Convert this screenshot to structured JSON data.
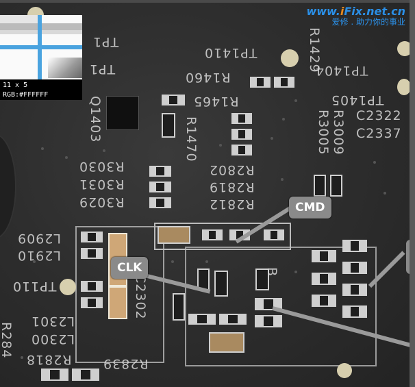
{
  "watermark": {
    "url_pre": "www.",
    "url_i": "i",
    "url_post": "Fix.net.cn",
    "tagline": "爱修 . 助力你的事业"
  },
  "zoom": {
    "size": "11 x 5",
    "rgb": "RGB:#FFFFFF"
  },
  "callouts": {
    "cmd": "CMD",
    "clk": "CLK"
  },
  "silkscreen": {
    "tp1410": "TP1410",
    "r1460": "R1460",
    "r1465": "R1465",
    "r1470": "R1470",
    "q1403": "Q1403",
    "tp1405": "TP1405",
    "r3009": "R3009",
    "r3005": "R3005",
    "c2322": "C2322",
    "c2337": "C2337",
    "r3030": "R3030",
    "r3031": "R3031",
    "r3029": "R3029",
    "r2802": "R2802",
    "r2819": "R2819",
    "r2812": "R2812",
    "l2909": "L2909",
    "l2910": "L2910",
    "tp110": "TP110",
    "l2301": "L2301",
    "l2300": "L2300",
    "c2302": "C2302",
    "r2818": "R2818",
    "r2839": "R2839",
    "r284": "R284",
    "r1429": "R1429",
    "tp1404": "TP1404",
    "b": "B",
    "tp_top": "TP1"
  }
}
